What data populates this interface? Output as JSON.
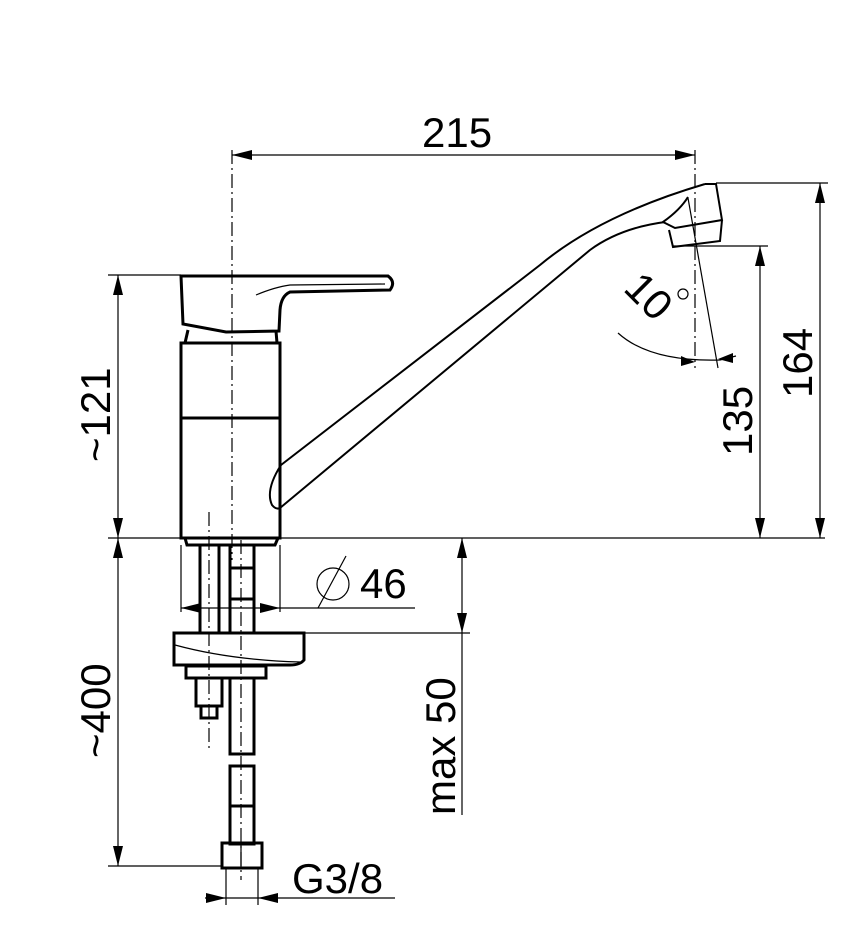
{
  "title": "Faucet dimension drawing",
  "dimensions": {
    "spout_reach": "215",
    "body_height": "~121",
    "spout_angle": "10",
    "degree_symbol": "°",
    "outlet_height": "135",
    "total_height": "164",
    "diameter_symbol": "⌀",
    "body_diameter": "46",
    "max_deck_thickness": "max 50",
    "hose_length": "~400",
    "thread": "G3/8"
  }
}
